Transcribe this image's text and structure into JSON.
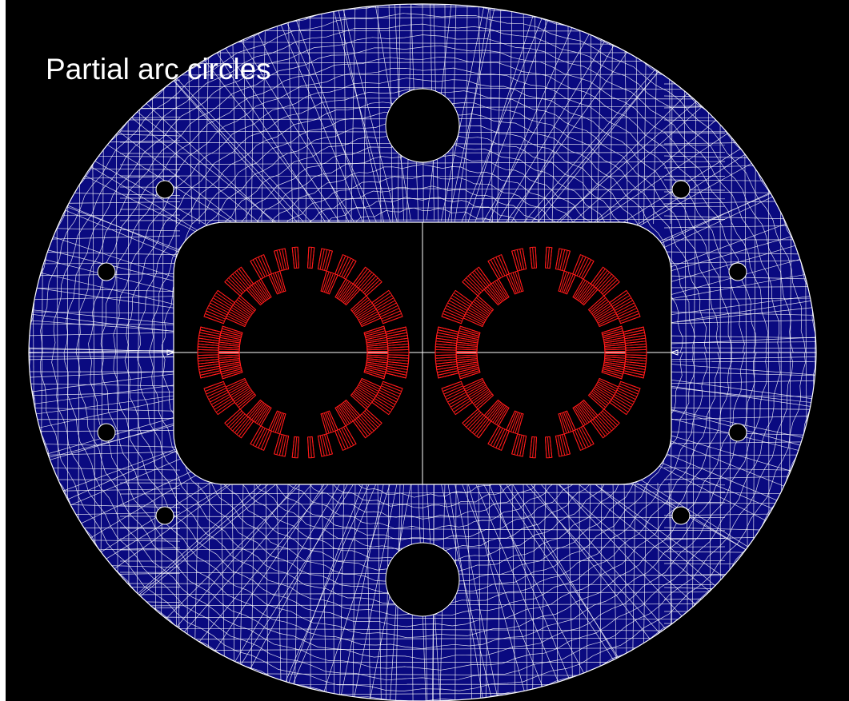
{
  "title": "Partial arc circles",
  "colors": {
    "background": "#000000",
    "yoke": "#0a0a80",
    "mesh": "#ffffff",
    "coil": "#ff1a1a",
    "title": "#ffffff"
  },
  "yoke": {
    "mesh_style": "quadrilateral finite-element mesh",
    "mounting_holes_small": 8,
    "large_holes": 2,
    "cavity": "rounded rectangle",
    "coil_count": 2,
    "coil_blocks_per_quadrant": 6
  }
}
